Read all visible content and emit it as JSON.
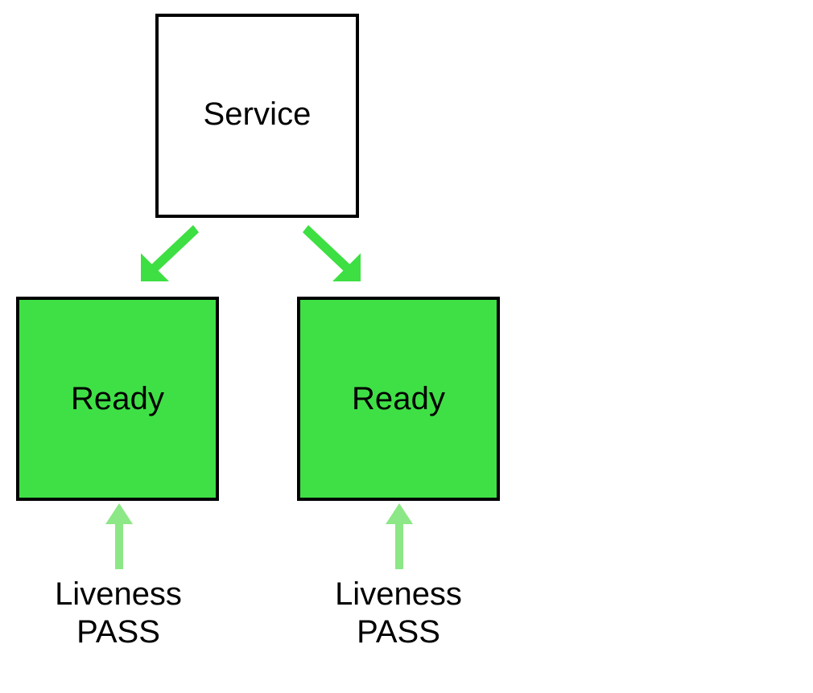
{
  "diagram": {
    "title_node": {
      "label": "Service",
      "fill": "#ffffff",
      "stroke": "#000000"
    },
    "pods": [
      {
        "id": "pod-1",
        "status_label": "Ready",
        "fill": "#3fe046",
        "stroke": "#000000",
        "probe": {
          "name": "Liveness",
          "result": "PASS",
          "arrow_color": "#8ce886"
        }
      },
      {
        "id": "pod-2",
        "status_label": "Ready",
        "fill": "#3fe046",
        "stroke": "#000000",
        "probe": {
          "name": "Liveness",
          "result": "PASS",
          "arrow_color": "#8ce886"
        }
      }
    ],
    "edges": [
      {
        "from": "Service",
        "to": "pod-1",
        "color": "#3ddf42",
        "direction": "down-left"
      },
      {
        "from": "Service",
        "to": "pod-2",
        "color": "#3ddf42",
        "direction": "down-right"
      }
    ],
    "colors": {
      "node_green": "#3fe046",
      "edge_green": "#3ddf42",
      "probe_green": "#8ce886",
      "stroke_black": "#000000",
      "background": "#ffffff"
    }
  }
}
